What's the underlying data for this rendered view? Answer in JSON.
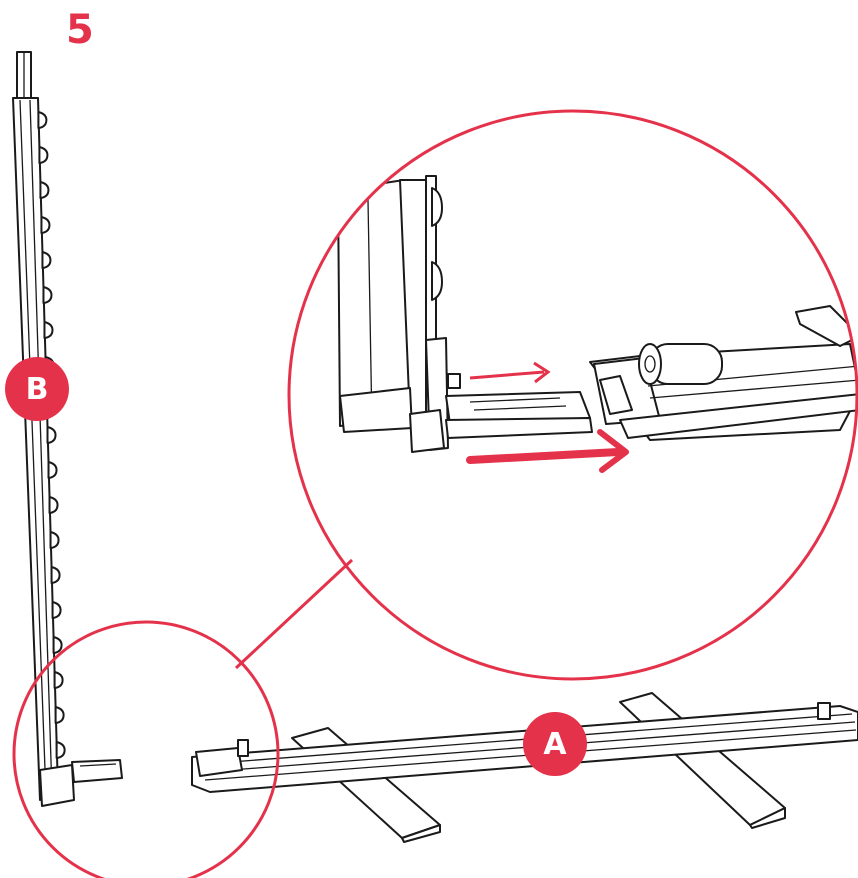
{
  "step": {
    "number": "5"
  },
  "parts": {
    "upright_label": "B",
    "base_label": "A"
  },
  "colors": {
    "accent": "#e5324b",
    "line": "#1a1a1a",
    "background": "#ffffff"
  }
}
